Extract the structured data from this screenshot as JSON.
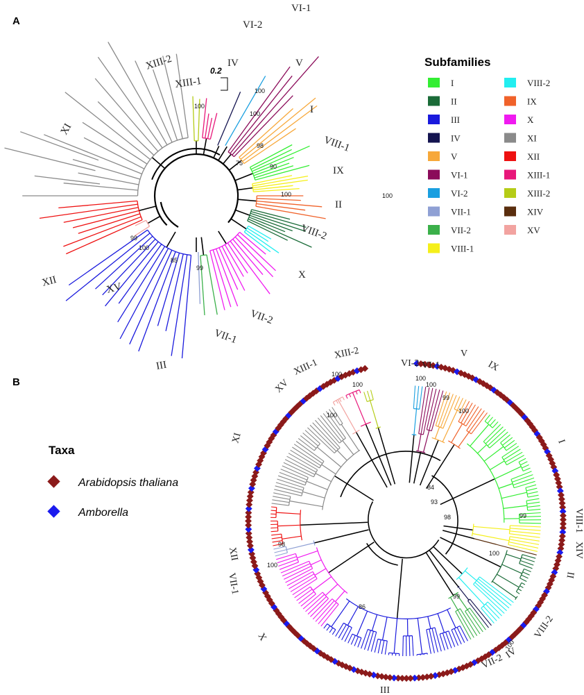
{
  "panel_a": {
    "letter": "A",
    "scale_label": "0.2",
    "clade_labels": {
      "xi": "XI",
      "xiii2": "XIII-2",
      "xiii1": "XIII-1",
      "iv": "IV",
      "vi2": "VI-2",
      "vi1": "VI-1",
      "v": "V",
      "i": "I",
      "viii1": "VIII-1",
      "ix": "IX",
      "ii": "II",
      "viii2": "VIII-2",
      "x": "X",
      "vii2": "VII-2",
      "vii1": "VII-1",
      "iii": "III",
      "xv": "XV",
      "xii": "XII"
    },
    "bootstraps": {
      "b_xiii1": "100",
      "b_v_a": "100",
      "b_v_b": "100",
      "b_i": "98",
      "b_viii1a": "75",
      "b_viii1b": "90",
      "b_ii": "100",
      "b_xii": "99",
      "b_xv": "100",
      "b_iii": "85",
      "b_vii": "99",
      "b_far": "100"
    }
  },
  "legend_subfamilies": {
    "title": "Subfamilies",
    "items": [
      {
        "label": "I",
        "color": "#33ee33"
      },
      {
        "label": "II",
        "color": "#1a6b38"
      },
      {
        "label": "III",
        "color": "#1a1add"
      },
      {
        "label": "IV",
        "color": "#141450"
      },
      {
        "label": "V",
        "color": "#f7a83a"
      },
      {
        "label": "VI-1",
        "color": "#8b0b5a"
      },
      {
        "label": "VI-2",
        "color": "#1a9fe0"
      },
      {
        "label": "VII-1",
        "color": "#8fa0d4"
      },
      {
        "label": "VII-2",
        "color": "#3bb04a"
      },
      {
        "label": "VIII-1",
        "color": "#f5ef1a"
      },
      {
        "label": "VIII-2",
        "color": "#22eef0"
      },
      {
        "label": "IX",
        "color": "#f0622a"
      },
      {
        "label": "X",
        "color": "#f01af0"
      },
      {
        "label": "XI",
        "color": "#8a8a8a"
      },
      {
        "label": "XII",
        "color": "#ee1111"
      },
      {
        "label": "XIII-1",
        "color": "#e8177a"
      },
      {
        "label": "XIII-2",
        "color": "#b5cc17"
      },
      {
        "label": "XIV",
        "color": "#5a2e0e"
      },
      {
        "label": "XV",
        "color": "#f2a3a0"
      }
    ]
  },
  "panel_b": {
    "letter": "B",
    "clade_labels": {
      "vi2": "VI-2",
      "vi1": "VI-1",
      "v": "V",
      "ix": "IX",
      "i": "I",
      "viii1": "VIII-1",
      "xiv": "XIV",
      "ii": "II",
      "viii2": "VIII-2",
      "iv": "IV",
      "vii2": "VII-2",
      "iii": "III",
      "x": "X",
      "vii1": "VII-1",
      "xii": "XII",
      "xi": "XI",
      "xv": "XV",
      "xiii1": "XIII-1",
      "xiii2": "XIII-2"
    },
    "bootstraps": {
      "b_vi": "100",
      "b_v": "99",
      "b_ix": "100",
      "b_vi1": "100",
      "b_xiii": "100",
      "b_xiii2": "100",
      "b_xv": "100",
      "b_84": "84",
      "b_93": "93",
      "b_98": "98",
      "b_99": "99",
      "b_ii": "100",
      "b_xii": "98",
      "b_vii1": "100",
      "b_86": "86",
      "b_vii2": "99",
      "b_viii2": "100"
    }
  },
  "legend_taxa": {
    "title": "Taxa",
    "items": [
      {
        "label": "Arabidopsis thaliana",
        "color": "#8b1a1a"
      },
      {
        "label": "Amborella",
        "color": "#1a1aee"
      }
    ]
  }
}
